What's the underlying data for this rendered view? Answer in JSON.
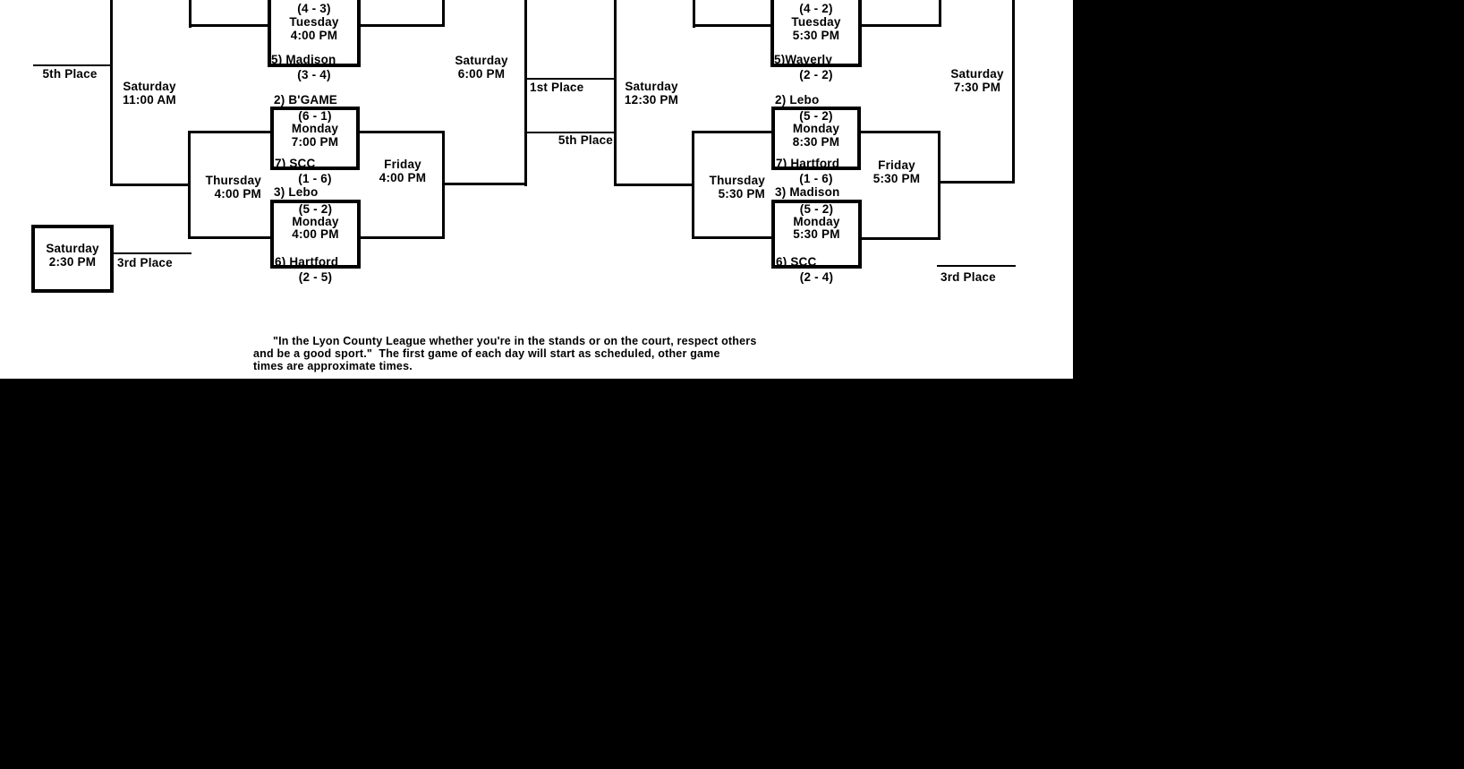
{
  "colors": {
    "ink": "#000000",
    "paper": "#ffffff",
    "backdrop": "#000000"
  },
  "left": {
    "fifth_place_label": "5th Place",
    "fifth_game": {
      "day": "Saturday",
      "time": "11:00 AM"
    },
    "qf": {
      "record_top": "(4  -  3)",
      "day": "Tuesday",
      "time": "4:00 PM",
      "team_bottom": "5) Madison",
      "record_bottom": "(3  -  4)"
    },
    "final": {
      "day": "Saturday",
      "time": "6:00 PM"
    },
    "first_place_label": "1st Place",
    "game27": {
      "team_top": "2) B'GAME",
      "record_top": "(6  -  1)",
      "day": "Monday",
      "time": "7:00 PM",
      "team_bottom": "7) SCC",
      "record_bottom": "(1  -  6)"
    },
    "game36": {
      "team_top": "3) Lebo",
      "record_top": "(5  -  2)",
      "day": "Monday",
      "time": "4:00 PM",
      "team_bottom": "6) Hartford",
      "record_bottom": "(2  -  5)"
    },
    "consolation_semi": {
      "day": "Thursday",
      "time": "4:00 PM"
    },
    "semifinal": {
      "day": "Friday",
      "time": "4:00 PM"
    },
    "third_game_box": {
      "day": "Saturday",
      "time": "2:30 PM"
    },
    "third_place_label": "3rd Place"
  },
  "right": {
    "fifth_place_label": "5th Place",
    "fifth_game": {
      "day": "Saturday",
      "time": "12:30 PM"
    },
    "qf": {
      "record_top": "(4  -  2)",
      "day": "Tuesday",
      "time": "5:30 PM",
      "team_bottom": "5)Waverly",
      "record_bottom": "(2  -  2)"
    },
    "final": {
      "day": "Saturday",
      "time": "7:30 PM"
    },
    "game27": {
      "team_top": "2) Lebo",
      "record_top": "(5  -  2)",
      "day": "Monday",
      "time": "8:30 PM",
      "team_bottom": "7) Hartford",
      "record_bottom": "(1  -  6)"
    },
    "game36": {
      "team_top": "3) Madison",
      "record_top": "(5  -  2)",
      "day": "Monday",
      "time": "5:30 PM",
      "team_bottom": "6) SCC",
      "record_bottom": "(2  -  4)"
    },
    "consolation_semi": {
      "day": "Thursday",
      "time": "5:30 PM"
    },
    "semifinal": {
      "day": "Friday",
      "time": "5:30 PM"
    },
    "third_place_label": "3rd Place"
  },
  "footnote": {
    "lines": [
      "\"In the Lyon County League whether you're in the stands or on the court, respect others",
      "and be a good sport.\"  The first game of each day will start as scheduled, other game",
      "times are approximate times."
    ]
  }
}
